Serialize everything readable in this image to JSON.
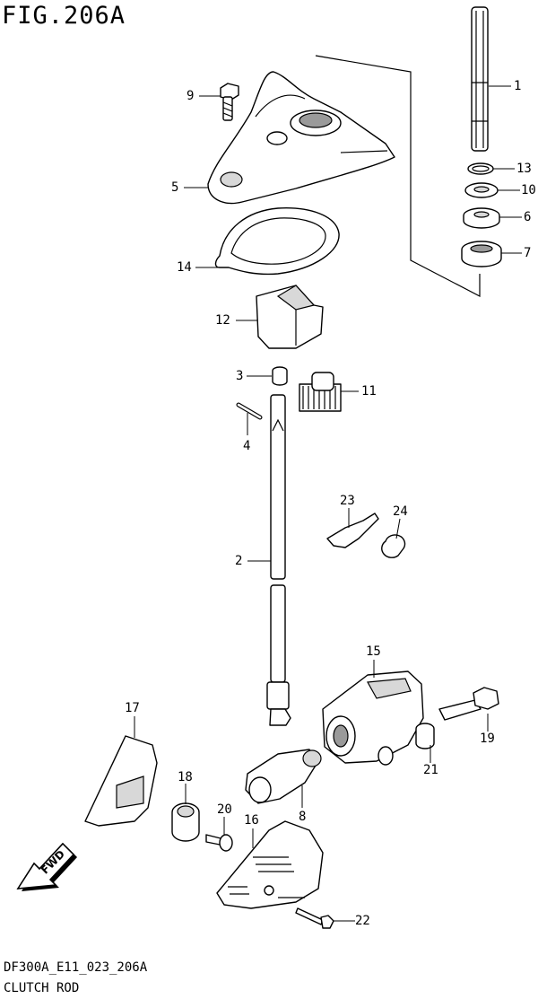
{
  "header": {
    "title": "FIG.206A"
  },
  "footer": {
    "code": "DF300A_E11_023_206A",
    "caption": "CLUTCH ROD"
  },
  "fwd_arrow": {
    "label": "FWD"
  },
  "callouts": [
    {
      "id": "c1",
      "label": "1"
    },
    {
      "id": "c2",
      "label": "2"
    },
    {
      "id": "c3",
      "label": "3"
    },
    {
      "id": "c4",
      "label": "4"
    },
    {
      "id": "c5",
      "label": "5"
    },
    {
      "id": "c6",
      "label": "6"
    },
    {
      "id": "c7",
      "label": "7"
    },
    {
      "id": "c8",
      "label": "8"
    },
    {
      "id": "c9",
      "label": "9"
    },
    {
      "id": "c10",
      "label": "10"
    },
    {
      "id": "c11",
      "label": "11"
    },
    {
      "id": "c12",
      "label": "12"
    },
    {
      "id": "c13",
      "label": "13"
    },
    {
      "id": "c14",
      "label": "14"
    },
    {
      "id": "c15",
      "label": "15"
    },
    {
      "id": "c16",
      "label": "16"
    },
    {
      "id": "c17",
      "label": "17"
    },
    {
      "id": "c18",
      "label": "18"
    },
    {
      "id": "c19",
      "label": "19"
    },
    {
      "id": "c20",
      "label": "20"
    },
    {
      "id": "c21",
      "label": "21"
    },
    {
      "id": "c22",
      "label": "22"
    },
    {
      "id": "c23",
      "label": "23"
    },
    {
      "id": "c24",
      "label": "24"
    }
  ]
}
